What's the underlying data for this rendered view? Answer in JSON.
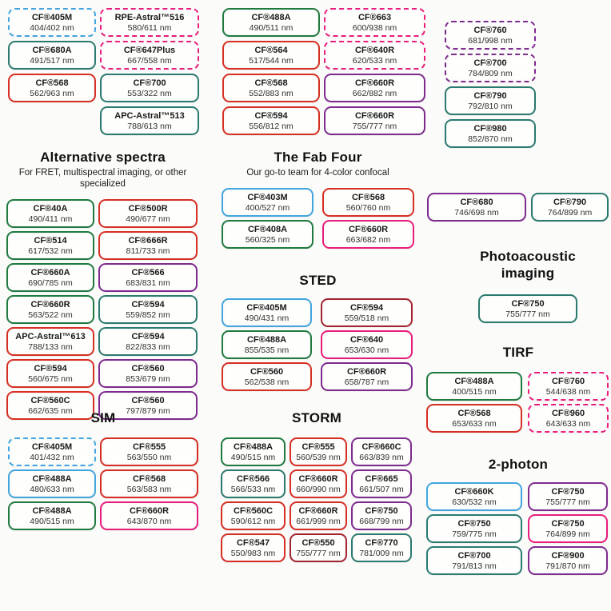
{
  "colors": {
    "blue": "#41A5DE",
    "green": "#1F7A40",
    "teal": "#2B7A6F",
    "red": "#D62F23",
    "darkred": "#A3242F",
    "pink": "#E81D7C",
    "purple": "#7E2B8F"
  },
  "sections": {
    "alternative": {
      "title": "Alternative spectra",
      "subtitle": "For FRET, multispectral imaging, or other specialized"
    },
    "fabfour": {
      "title": "The Fab Four",
      "subtitle": "Our go-to team for 4-color confocal"
    },
    "sted": {
      "title": "STED"
    },
    "sim": {
      "title": "SIM"
    },
    "storm": {
      "title": "STORM"
    },
    "photoacoustic": {
      "title": "Photoacoustic imaging"
    },
    "tirf": {
      "title": "TIRF"
    },
    "twophoton": {
      "title": "2-photon"
    }
  },
  "groups": {
    "top_left_col1": [
      {
        "n": "CF®405M",
        "w": "404/402 nm",
        "c": "blue",
        "d": true
      },
      {
        "n": "CF®680A",
        "w": "491/517 nm",
        "c": "teal"
      },
      {
        "n": "CF®568",
        "w": "562/963 nm",
        "c": "red"
      }
    ],
    "top_left_col2": [
      {
        "n": "RPE-Astral™516",
        "w": "580/611 nm",
        "c": "pink",
        "d": true
      },
      {
        "n": "CF®647Plus",
        "w": "667/558 nm",
        "c": "pink",
        "d": true
      },
      {
        "n": "CF®700",
        "w": "553/322 nm",
        "c": "teal"
      },
      {
        "n": "APC-Astral™513",
        "w": "788/613 nm",
        "c": "teal"
      }
    ],
    "top_mid_col1": [
      {
        "n": "CF®488A",
        "w": "490/511 nm",
        "c": "green"
      },
      {
        "n": "CF®564",
        "w": "517/544 nm",
        "c": "red"
      },
      {
        "n": "CF®568",
        "w": "552/883 nm",
        "c": "red"
      },
      {
        "n": "CF®594",
        "w": "556/812 nm",
        "c": "red"
      }
    ],
    "top_mid_col2": [
      {
        "n": "CF®663",
        "w": "600/938 nm",
        "c": "pink",
        "d": true
      },
      {
        "n": "CF®640R",
        "w": "620/533 nm",
        "c": "pink",
        "d": true
      },
      {
        "n": "CF®660R",
        "w": "662/882 nm",
        "c": "purple"
      },
      {
        "n": "CF®660R",
        "w": "755/777 nm",
        "c": "purple"
      }
    ],
    "top_right": [
      {
        "n": "CF®760",
        "w": "681/998 nm",
        "c": "purple",
        "d": true
      },
      {
        "n": "CF®700",
        "w": "784/809 nm",
        "c": "purple",
        "d": true
      },
      {
        "n": "CF®790",
        "w": "792/810 nm",
        "c": "teal"
      },
      {
        "n": "CF®980",
        "w": "852/870 nm",
        "c": "teal"
      }
    ],
    "alt_col1": [
      {
        "n": "CF®40A",
        "w": "490/411 nm",
        "c": "green"
      },
      {
        "n": "CF®514",
        "w": "617/532 nm",
        "c": "green"
      },
      {
        "n": "CF®660A",
        "w": "690/785 nm",
        "c": "green"
      },
      {
        "n": "CF®660R",
        "w": "563/522 nm",
        "c": "green"
      },
      {
        "n": "APC-Astral™613",
        "w": "788/133 nm",
        "c": "red"
      },
      {
        "n": "CF®594",
        "w": "560/675 nm",
        "c": "red"
      },
      {
        "n": "CF®560C",
        "w": "662/635 nm",
        "c": "red"
      }
    ],
    "alt_col2": [
      {
        "n": "CF®500R",
        "w": "490/677 nm",
        "c": "red"
      },
      {
        "n": "CF®666R",
        "w": "811/733 nm",
        "c": "red"
      },
      {
        "n": "CF®566",
        "w": "683/831 nm",
        "c": "purple"
      },
      {
        "n": "CF®594",
        "w": "559/852 nm",
        "c": "teal"
      },
      {
        "n": "CF®594",
        "w": "822/833 nm",
        "c": "teal"
      },
      {
        "n": "CF®560",
        "w": "853/679 nm",
        "c": "purple"
      },
      {
        "n": "CF®560",
        "w": "797/879 nm",
        "c": "purple"
      }
    ],
    "fab": [
      {
        "n": "CF®403M",
        "w": "400/527 nm",
        "c": "blue"
      },
      {
        "n": "CF®568",
        "w": "560/760 nm",
        "c": "red"
      },
      {
        "n": "CF®408A",
        "w": "560/325 nm",
        "c": "green"
      },
      {
        "n": "CF®660R",
        "w": "663/682 nm",
        "c": "pink"
      }
    ],
    "sted": [
      {
        "n": "CF®405M",
        "w": "490/431 nm",
        "c": "blue"
      },
      {
        "n": "CF®594",
        "w": "559/518 nm",
        "c": "darkred"
      },
      {
        "n": "CF®488A",
        "w": "855/535 nm",
        "c": "green"
      },
      {
        "n": "CF®640",
        "w": "653/630 nm",
        "c": "pink"
      },
      {
        "n": "CF®560",
        "w": "562/538 nm",
        "c": "red"
      },
      {
        "n": "CF®660R",
        "w": "658/787 nm",
        "c": "purple"
      }
    ],
    "sim": [
      {
        "n": "CF®405M",
        "w": "401/432 nm",
        "c": "blue",
        "d": true
      },
      {
        "n": "CF®555",
        "w": "563/550 nm",
        "c": "red"
      },
      {
        "n": "CF®488A",
        "w": "480/633 nm",
        "c": "blue"
      },
      {
        "n": "CF®568",
        "w": "563/583 nm",
        "c": "red"
      },
      {
        "n": "CF®488A",
        "w": "490/515 nm",
        "c": "green"
      },
      {
        "n": "CF®660R",
        "w": "643/870 nm",
        "c": "pink"
      }
    ],
    "storm": [
      {
        "n": "CF®488A",
        "w": "490/515 nm",
        "c": "green"
      },
      {
        "n": "CF®555",
        "w": "560/539 nm",
        "c": "red"
      },
      {
        "n": "CF®660C",
        "w": "663/839 nm",
        "c": "purple"
      },
      {
        "n": "CF®566",
        "w": "566/533 nm",
        "c": "teal"
      },
      {
        "n": "CF®660R",
        "w": "660/990 nm",
        "c": "red"
      },
      {
        "n": "CF®665",
        "w": "661/507 nm",
        "c": "purple"
      },
      {
        "n": "CF®560C",
        "w": "590/612 nm",
        "c": "red"
      },
      {
        "n": "CF®660R",
        "w": "661/999 nm",
        "c": "red"
      },
      {
        "n": "CF®750",
        "w": "668/799 nm",
        "c": "purple"
      },
      {
        "n": "CF®547",
        "w": "550/983 nm",
        "c": "red"
      },
      {
        "n": "CF®550",
        "w": "755/777 nm",
        "c": "darkred"
      },
      {
        "n": "CF®770",
        "w": "781/009 nm",
        "c": "teal"
      }
    ],
    "pair": [
      {
        "n": "CF®680",
        "w": "746/698 nm",
        "c": "purple"
      },
      {
        "n": "CF®790",
        "w": "764/899 nm",
        "c": "teal"
      }
    ],
    "photoacoustic": [
      {
        "n": "CF®750",
        "w": "755/777 nm",
        "c": "teal"
      }
    ],
    "tirf": [
      {
        "n": "CF®488A",
        "w": "400/515 nm",
        "c": "green"
      },
      {
        "n": "CF®760",
        "w": "544/638 nm",
        "c": "pink",
        "d": true
      },
      {
        "n": "CF®568",
        "w": "653/633 nm",
        "c": "red"
      },
      {
        "n": "CF®960",
        "w": "643/633 nm",
        "c": "pink",
        "d": true
      }
    ],
    "twophoton": [
      {
        "n": "CF®660K",
        "w": "630/532 nm",
        "c": "blue"
      },
      {
        "n": "CF®750",
        "w": "755/777 nm",
        "c": "purple"
      },
      {
        "n": "CF®750",
        "w": "759/775 nm",
        "c": "teal"
      },
      {
        "n": "CF®750",
        "w": "764/899 nm",
        "c": "pink"
      },
      {
        "n": "CF®700",
        "w": "791/813 nm",
        "c": "teal"
      },
      {
        "n": "CF®900",
        "w": "791/870 nm",
        "c": "purple"
      }
    ]
  }
}
